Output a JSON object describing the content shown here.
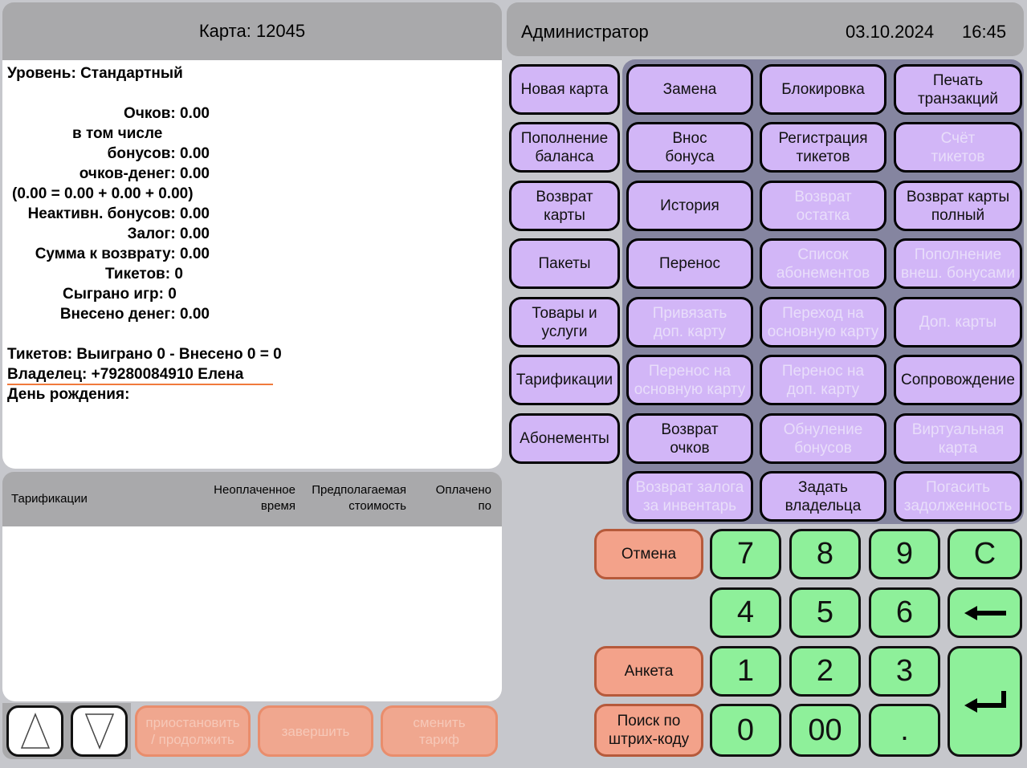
{
  "card": {
    "title": "Карта: 12045"
  },
  "header": {
    "user": "Администратор",
    "date": "03.10.2024",
    "time": "16:45"
  },
  "info": {
    "level": "Уровень: Стандартный",
    "points": "Очков: 0.00",
    "including": "в том числе",
    "bonuses": "бонусов: 0.00",
    "points_money": "очков-денег: 0.00",
    "formula": "(0.00 = 0.00 + 0.00 + 0.00)",
    "inactive_bonuses": "Неактивн. бонусов: 0.00",
    "deposit": "Залог: 0.00",
    "refund_sum": "Сумма к возврату: 0.00",
    "tickets": "Тикетов: 0",
    "games_played": "Сыграно игр: 0",
    "money_deposited": "Внесено денег: 0.00",
    "tickets_summary": "Тикетов: Выиграно 0 - Внесено 0 = 0",
    "owner": "Владелец: +79280084910 Елена",
    "birthday": "День рождения:"
  },
  "tariffs": {
    "col1": "Тарификации",
    "col2a": "Неоплаченное",
    "col2b": "время",
    "col3a": "Предполагаемая",
    "col3b": "стоимость",
    "col4a": "Оплачено",
    "col4b": "по"
  },
  "bottom": {
    "pause_a": "приостановить",
    "pause_b": "/ продолжить",
    "finish": "завершить",
    "change_a": "сменить",
    "change_b": "тариф"
  },
  "actions": {
    "new_card": "Новая карта",
    "replace": "Замена",
    "block": "Блокировка",
    "print_a": "Печать",
    "print_b": "транзакций",
    "topup_a": "Пополнение",
    "topup_b": "баланса",
    "bonus_a": "Внос",
    "bonus_b": "бонуса",
    "reg_tickets_a": "Регистрация",
    "reg_tickets_b": "тикетов",
    "count_tickets_a": "Счёт",
    "count_tickets_b": "тикетов",
    "return_card_a": "Возврат",
    "return_card_b": "карты",
    "history": "История",
    "return_rest_a": "Возврат",
    "return_rest_b": "остатка",
    "return_full_a": "Возврат карты",
    "return_full_b": "полный",
    "packages": "Пакеты",
    "transfer": "Перенос",
    "subs_list_a": "Список",
    "subs_list_b": "абонементов",
    "ext_bonus_a": "Пополнение",
    "ext_bonus_b": "внеш. бонусами",
    "goods_a": "Товары и",
    "goods_b": "услуги",
    "bind_a": "Привязать",
    "bind_b": "доп. карту",
    "to_main_a": "Переход на",
    "to_main_b": "основную карту",
    "extra_cards": "Доп. карты",
    "tariffing": "Тарификации",
    "move_main_a": "Перенос на",
    "move_main_b": "основную карту",
    "move_extra_a": "Перенос на",
    "move_extra_b": "доп. карту",
    "escort": "Сопровождение",
    "subscriptions": "Абонементы",
    "return_points_a": "Возврат",
    "return_points_b": "очков",
    "reset_bonus_a": "Обнуление",
    "reset_bonus_b": "бонусов",
    "virtual_a": "Виртуальная",
    "virtual_b": "карта",
    "return_deposit_a": "Возврат залога",
    "return_deposit_b": "за инвентарь",
    "set_owner_a": "Задать",
    "set_owner_b": "владельца",
    "pay_debt_a": "Погасить",
    "pay_debt_b": "задолженность"
  },
  "keypad": {
    "cancel": "Отмена",
    "form": "Анкета",
    "barcode_a": "Поиск по",
    "barcode_b": "штрих-коду",
    "k7": "7",
    "k8": "8",
    "k9": "9",
    "kc": "C",
    "k4": "4",
    "k5": "5",
    "k6": "6",
    "k1": "1",
    "k2": "2",
    "k3": "3",
    "k0": "0",
    "k00": "00",
    "kdot": "."
  },
  "icons": {
    "up": "triangle-up-icon",
    "down": "triangle-down-icon",
    "backspace": "arrow-left-icon",
    "enter": "enter-icon"
  },
  "colors": {
    "purple": "#d2b6f7",
    "green": "#8ef09a",
    "salmon": "#f3a28a",
    "panel": "#a9a9ab",
    "grid": "#8585a0",
    "underline": "#f07a3c"
  }
}
